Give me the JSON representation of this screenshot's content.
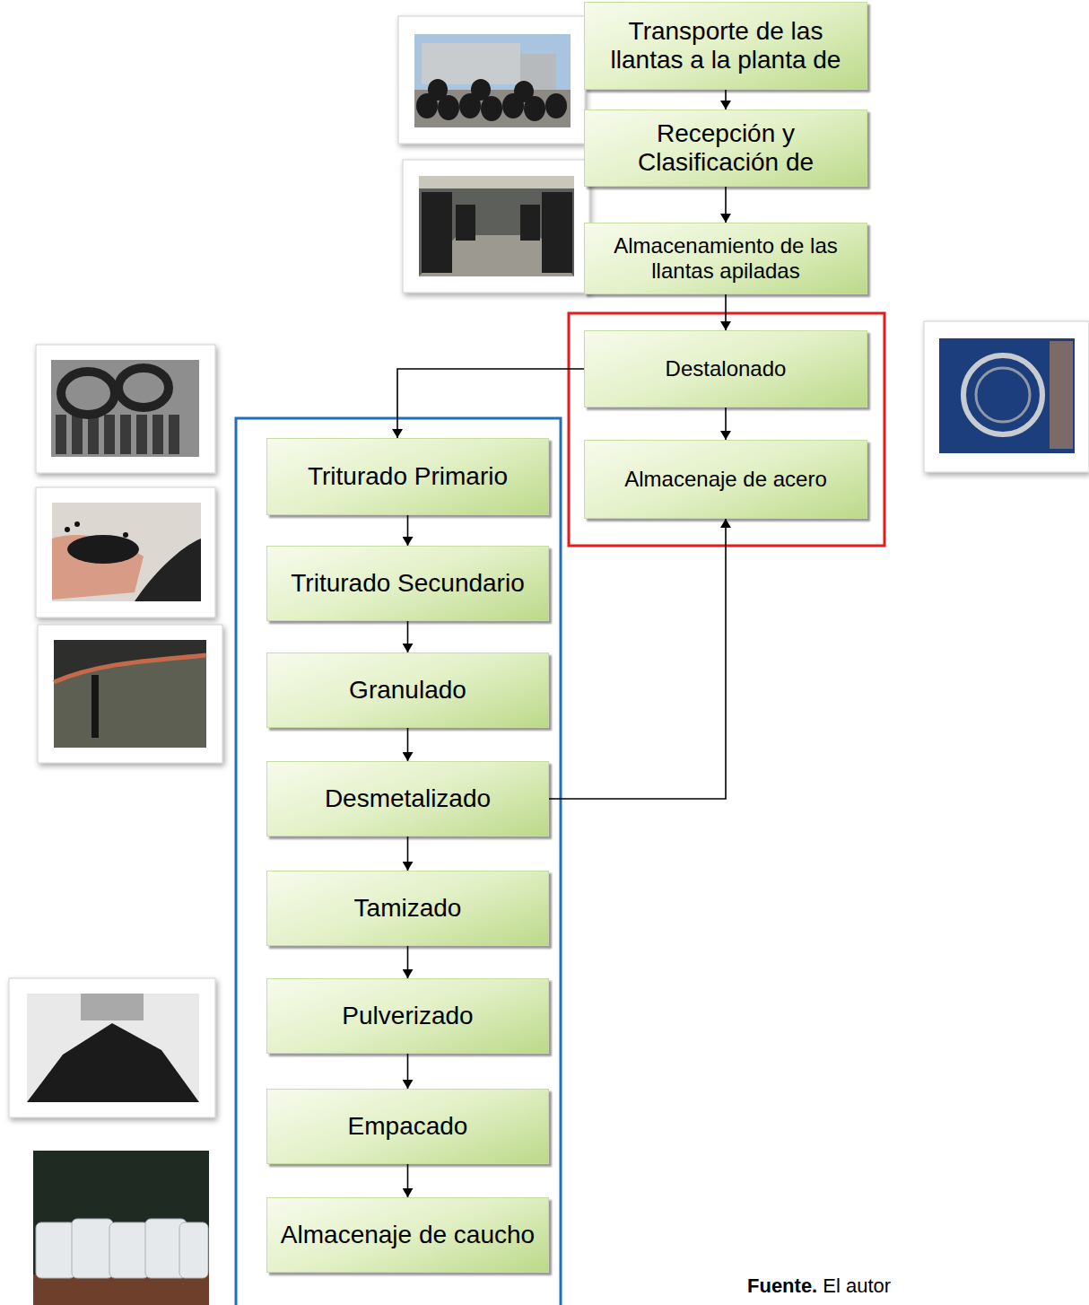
{
  "diagram": {
    "nodes": [
      {
        "text": [
          "Transporte de las llantas a la planta de"
        ]
      },
      {
        "text": [
          "Recepción y Clasificación de"
        ]
      },
      {
        "text": [
          "Almacenamiento de las llantas apiladas"
        ]
      },
      {
        "text": [
          "Destalonado"
        ]
      },
      {
        "text": [
          "Almacenaje de acero"
        ]
      },
      {
        "text": [
          "Triturado Primario"
        ]
      },
      {
        "text": [
          "Triturado Secundario"
        ]
      },
      {
        "text": [
          "Granulado"
        ]
      },
      {
        "text": [
          "Desmetalizado"
        ]
      },
      {
        "text": [
          "Tamizado"
        ]
      },
      {
        "text": [
          "Pulverizado"
        ]
      },
      {
        "text": [
          "Empacado"
        ]
      },
      {
        "text": [
          "Almacenaje de caucho"
        ]
      }
    ],
    "edges": [
      {
        "from": 0,
        "to": 1,
        "arrow": "to"
      },
      {
        "from": 1,
        "to": 2,
        "arrow": "to"
      },
      {
        "from": 2,
        "to": 3,
        "arrow": "to"
      },
      {
        "from": 3,
        "to": 4,
        "arrow": "to"
      },
      {
        "from": 3,
        "to": 5,
        "arrow": "to"
      },
      {
        "from": 5,
        "to": 6,
        "arrow": "to"
      },
      {
        "from": 6,
        "to": 7,
        "arrow": "to"
      },
      {
        "from": 7,
        "to": 8,
        "arrow": "to"
      },
      {
        "from": 8,
        "to": 9,
        "arrow": "to"
      },
      {
        "from": 9,
        "to": 10,
        "arrow": "to"
      },
      {
        "from": 10,
        "to": 11,
        "arrow": "to"
      },
      {
        "from": 11,
        "to": 12,
        "arrow": "to"
      },
      {
        "from": 8,
        "to": 4,
        "arrow": "to"
      }
    ],
    "labels": [
      "Fuente.",
      "El autor"
    ]
  }
}
